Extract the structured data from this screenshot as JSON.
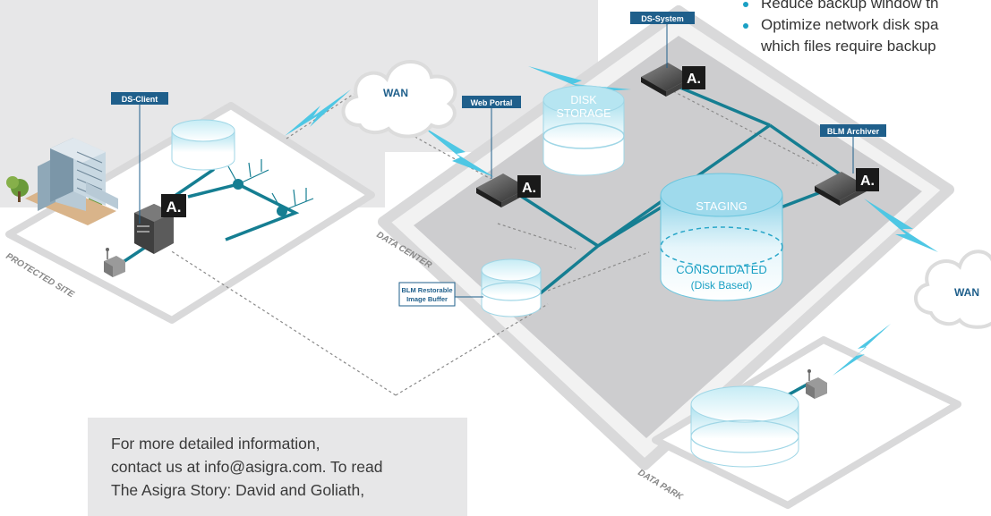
{
  "bullets": [
    "Reduce backup window th",
    "Optimize network disk spa"
  ],
  "bullet_continuation": "which files require backup",
  "tags": {
    "ds_client": "DS-Client",
    "ds_system": "DS-System",
    "web_portal": "Web Portal",
    "blm_archiver": "BLM Archiver",
    "blm_buffer_line1": "BLM Restorable",
    "blm_buffer_line2": "Image Buffer"
  },
  "clouds": {
    "wan_top": "WAN",
    "wan_right": "WAN"
  },
  "storage": {
    "disk_line1": "DISK",
    "disk_line2": "STORAGE",
    "staging": "STAGING",
    "consolidated": "CONSOLIDATED",
    "disk_based": "(Disk Based)"
  },
  "zones": {
    "protected_site": "PROTECTED SITE",
    "data_center": "DATA CENTER",
    "data_park": "DATA PARK"
  },
  "logo_glyph": "A.",
  "info_lines": [
    "For more detailed information,",
    "contact us at info@asigra.com. To read",
    "The Asigra Story: David and Goliath,"
  ],
  "colors": {
    "accent": "#1aa0c4",
    "network_line": "#157e92",
    "tag_blue": "#1f5f8b",
    "platform_gray": "#cdcdcf",
    "background_gray": "#e7e7e8"
  }
}
